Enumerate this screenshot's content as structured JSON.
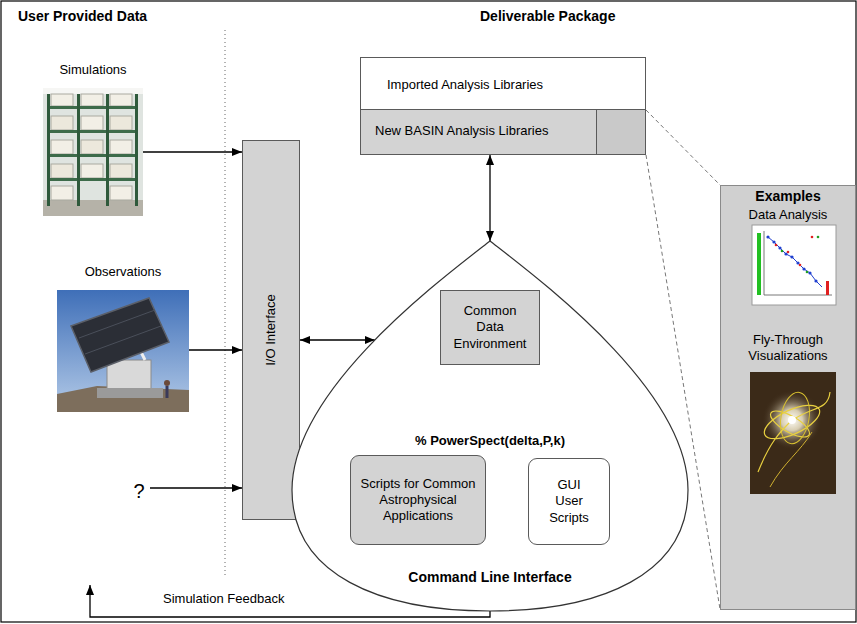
{
  "diagram": {
    "nodes": [
      {
        "text": [
          "Simulations"
        ]
      },
      {
        "text": [
          "Observations"
        ]
      },
      {
        "text": [
          "?"
        ]
      },
      {
        "text": [
          "I/O Interface"
        ]
      },
      {
        "text": [
          "Imported Analysis Libraries"
        ]
      },
      {
        "text": [
          "New BASIN Analysis Libraries"
        ],
        "in": 4
      },
      {
        "text": [
          "Examples",
          "Data Analysis",
          "Fly-Through Visualizations"
        ]
      },
      {
        "text": [
          "Command Line Interface"
        ]
      },
      {
        "text": [
          "Common Data Environment"
        ],
        "in": 7
      },
      {
        "text": [
          "% PowerSpect(delta,P,k)"
        ],
        "in": 7
      },
      {
        "text": [
          "Scripts for Common Astrophysical Applications"
        ],
        "in": 7
      },
      {
        "text": [
          "GUI User Scripts"
        ],
        "in": 7
      }
    ],
    "edges": [
      {
        "from": 0,
        "to": 3,
        "arrow": "to"
      },
      {
        "from": 1,
        "to": 3,
        "arrow": "to"
      },
      {
        "from": 2,
        "to": 3,
        "arrow": "to"
      },
      {
        "from": 3,
        "to": 7,
        "arrow": "both"
      },
      {
        "from": 5,
        "to": 7,
        "arrow": "both"
      },
      {
        "from": 8,
        "to": 9,
        "arrow": "both"
      }
    ],
    "labels": [
      "User Provided Data",
      "Deliverable Package",
      "Simulation Feedback"
    ]
  }
}
